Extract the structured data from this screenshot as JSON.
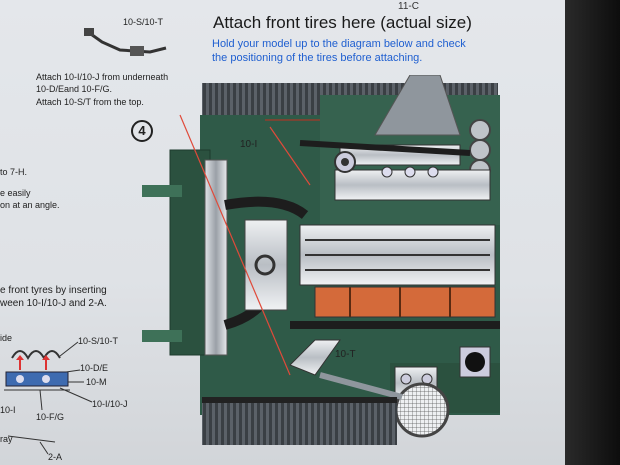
{
  "header": {
    "title": "Attach front tires here (actual size)",
    "instruction_line1": "Hold your model up to the diagram below and check",
    "instruction_line2": "the positioning of the tires before attaching.",
    "page_ref": "11-C"
  },
  "left_column": {
    "part_label_top": "10-S/10-T",
    "attach_line1": "Attach 10-I/10-J from underneath",
    "attach_line2": "10-D/Eand 10-F/G.",
    "attach_line3": "Attach 10-S/T from the top.",
    "step_number": "4",
    "frag_to": "to 7-H.",
    "frag_easily": "e easily",
    "frag_angle": "on at an angle.",
    "frag_front_tyres": "e front tyres by inserting",
    "frag_between": "ween 10-I/10-J and 2-A.",
    "frag_side": "ide",
    "frag_ray": "ray",
    "frag_10i": "10-I"
  },
  "mini_diagram_labels": {
    "st": "10-S/10-T",
    "de": "10-D/E",
    "m": "10-M",
    "ij": "10-I/10-J",
    "fg": "10-F/G",
    "a2": "2-A"
  },
  "diagram_labels": {
    "i": "10-I",
    "t": "10-T"
  },
  "colors": {
    "body_green": "#2f5a48",
    "tire_dark": "#3a3f44",
    "orange": "#d46a3a",
    "instruction_blue": "#1f5fd0"
  }
}
